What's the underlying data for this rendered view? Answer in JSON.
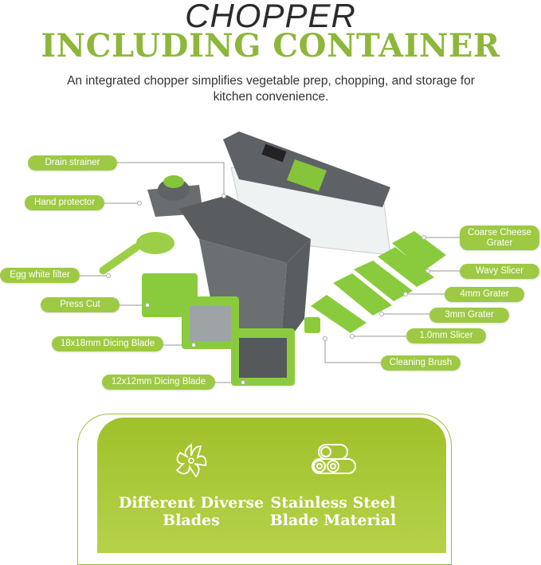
{
  "header": {
    "title": "CHOPPER",
    "subtitle": "INCLUDING CONTAINER",
    "description": "An integrated chopper simplifies vegetable prep, chopping, and storage for kitchen convenience."
  },
  "labels": {
    "drain_strainer": "Drain strainer",
    "hand_protector": "Hand protector",
    "egg_white_filter": "Egg white filter",
    "press_cut": "Press Cut",
    "dicing_18": "18x18mm Dicing Blade",
    "dicing_12": "12x12mm Dicing Blade",
    "coarse_cheese_grater": "Coarse Cheese Grater",
    "wavy_slicer": "Wavy Slicer",
    "grater_4mm": "4mm Grater",
    "grater_3mm": "3mm Grater",
    "slicer_1mm": "1.0mm Slicer",
    "cleaning_brush": "Cleaning Brush"
  },
  "features": [
    {
      "icon": "shuriken-blade-icon",
      "text": "Different Diverse Blades"
    },
    {
      "icon": "steel-rolls-icon",
      "text": "Stainless Steel Blade Material"
    }
  ],
  "colors": {
    "brand_green": "#8db73a",
    "pill_green": "#9ec944",
    "gray": "#5e6166"
  }
}
